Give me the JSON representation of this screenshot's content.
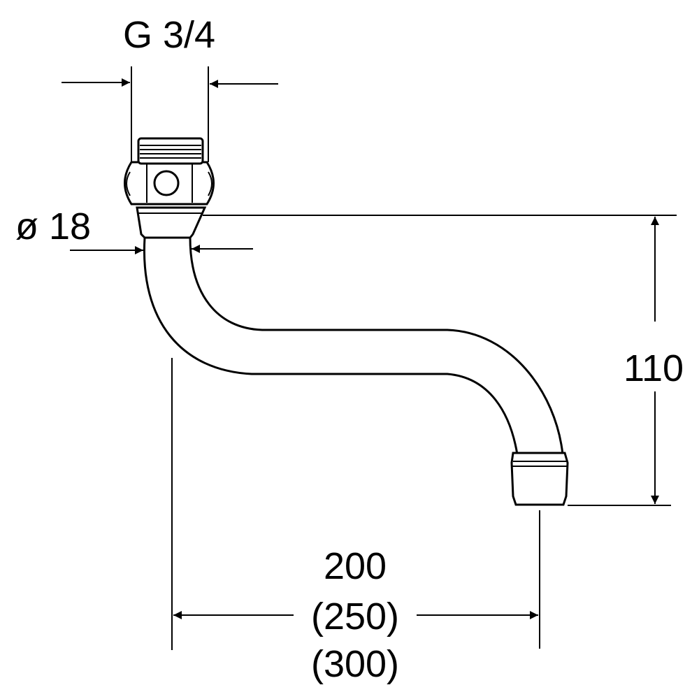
{
  "dimensions": {
    "thread_size": "G 3/4",
    "pipe_diameter": "ø 18",
    "height": "110",
    "length_primary": "200",
    "length_alt_1": "(250)",
    "length_alt_2": "(300)"
  },
  "colors": {
    "stroke": "#000000",
    "background": "#ffffff"
  }
}
